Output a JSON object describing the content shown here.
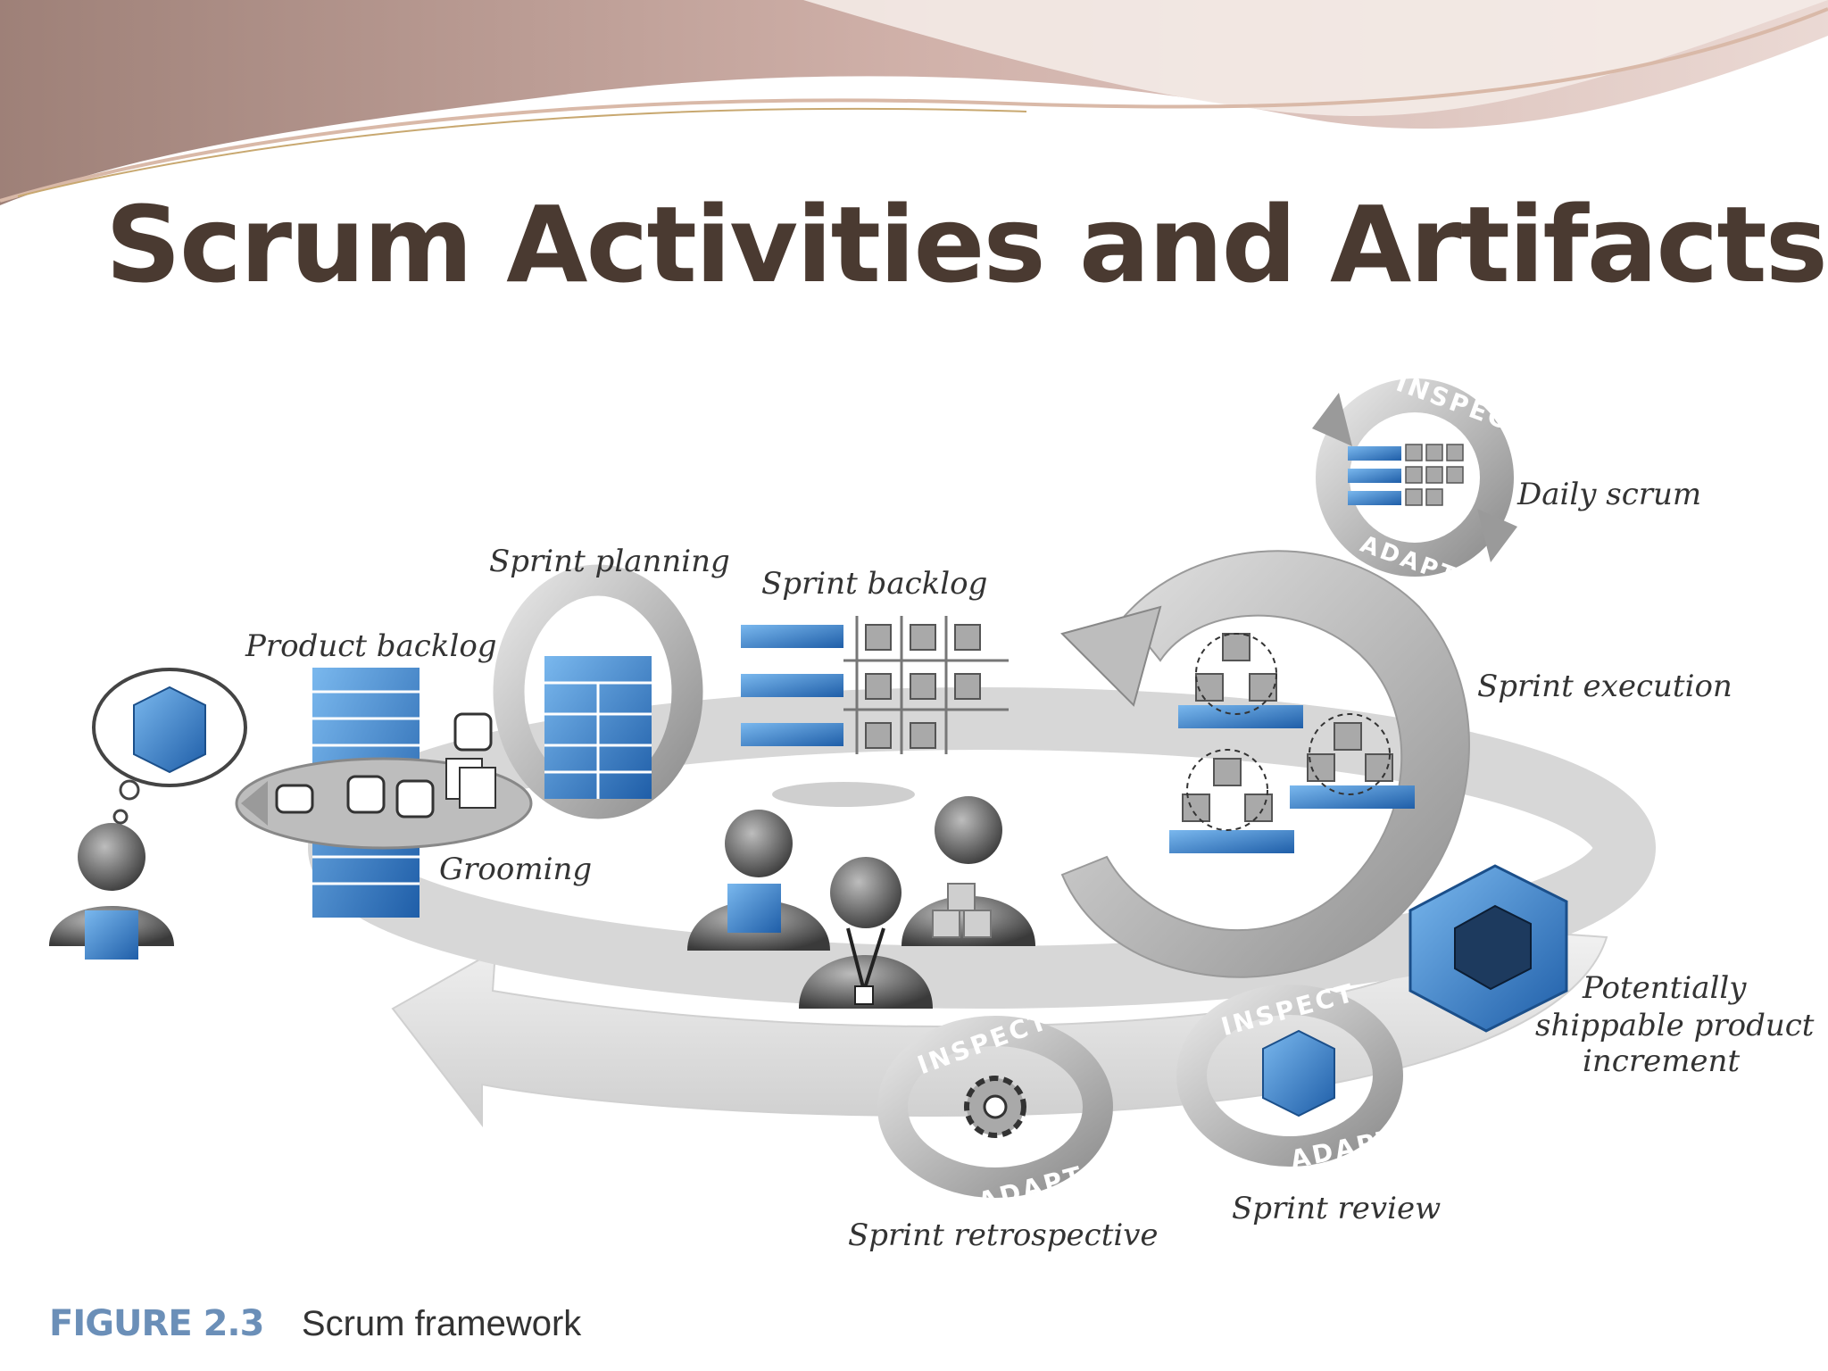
{
  "slide": {
    "title": "Scrum Activities and Artifacts"
  },
  "figure": {
    "number": "FIGURE 2.3",
    "caption": "Scrum framework"
  },
  "labels": {
    "product_backlog": "Product backlog",
    "sprint_planning": "Sprint planning",
    "sprint_backlog": "Sprint backlog",
    "grooming": "Grooming",
    "daily_scrum": "Daily scrum",
    "sprint_execution": "Sprint execution",
    "potentially_line1": "Potentially",
    "potentially_line2": "shippable product",
    "potentially_line3": "increment",
    "sprint_review": "Sprint review",
    "sprint_retrospective": "Sprint retrospective"
  },
  "stamps": {
    "inspect": "INSPECT",
    "adapt": "ADAPT"
  },
  "colors": {
    "title": "#4a3a31",
    "accent_blue": "#2f7fd0",
    "figure_number": "#6b8fb8",
    "banner_rose": "#c9a49a"
  }
}
